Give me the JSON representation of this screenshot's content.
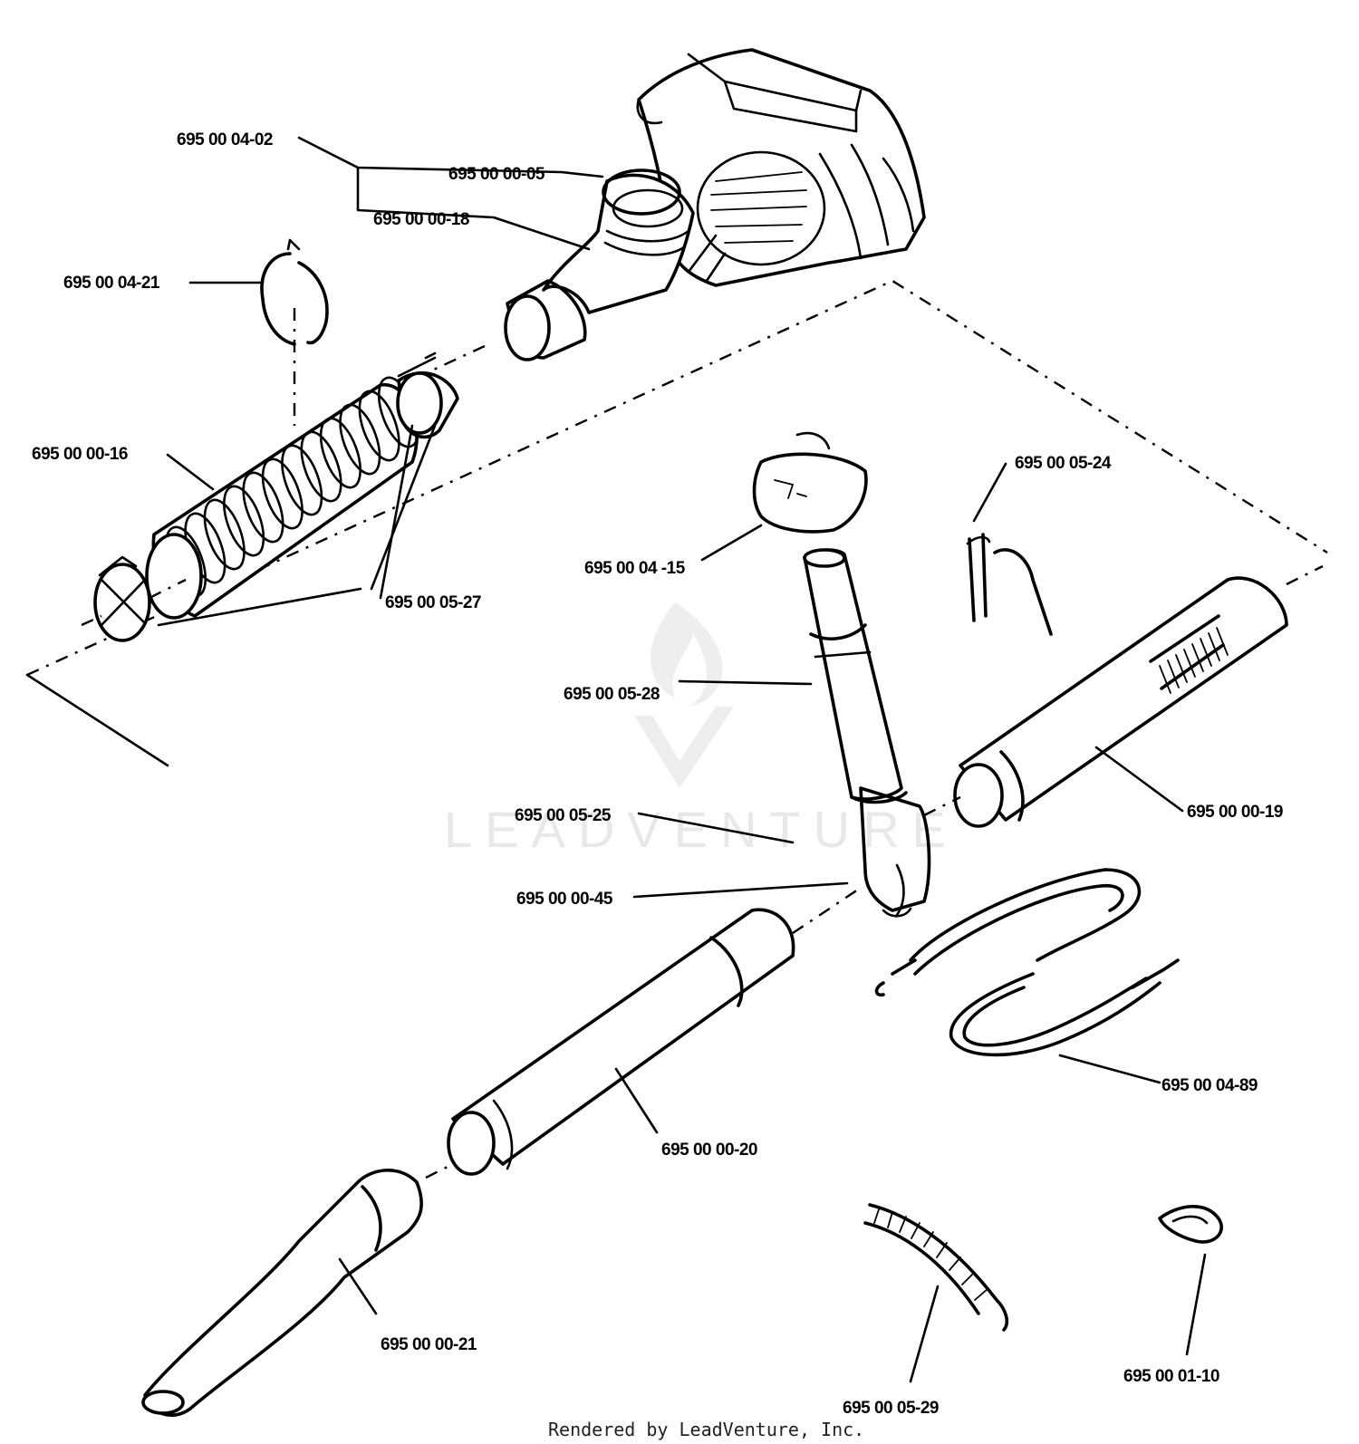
{
  "parts": [
    {
      "id": "p1",
      "label": "695 00 04-02"
    },
    {
      "id": "p2",
      "label": "695 00 00-05"
    },
    {
      "id": "p3",
      "label": "695 00 00-18"
    },
    {
      "id": "p4",
      "label": "695 00 04-21"
    },
    {
      "id": "p5",
      "label": "695 00 00-16"
    },
    {
      "id": "p6",
      "label": "695 00 05-27"
    },
    {
      "id": "p7",
      "label": "695 00 05-24"
    },
    {
      "id": "p8",
      "label": "695 00 04 -15"
    },
    {
      "id": "p9",
      "label": "695 00 05-28"
    },
    {
      "id": "p10",
      "label": "695 00 00-19"
    },
    {
      "id": "p11",
      "label": "695 00 05-25"
    },
    {
      "id": "p12",
      "label": "695 00 00-45"
    },
    {
      "id": "p13",
      "label": "695 00 04-89"
    },
    {
      "id": "p14",
      "label": "695 00 00-20"
    },
    {
      "id": "p15",
      "label": "695 00 00-21"
    },
    {
      "id": "p16",
      "label": "695 00 05-29"
    },
    {
      "id": "p17",
      "label": "695 00 01-10"
    }
  ],
  "watermark": "LEADVENTURE",
  "footer": "Rendered by LeadVenture, Inc."
}
